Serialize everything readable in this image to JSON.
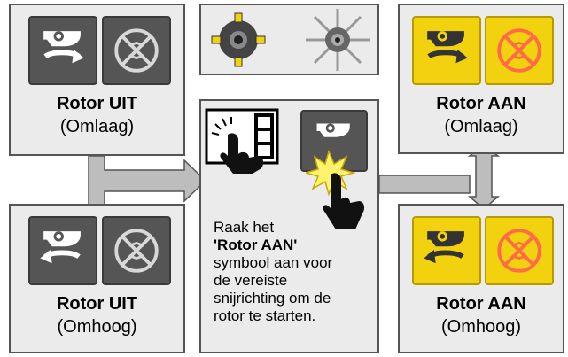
{
  "states": {
    "off_down": {
      "title": "Rotor UIT",
      "subtitle": "(Omlaag)"
    },
    "off_up": {
      "title": "Rotor UIT",
      "subtitle": "(Omhoog)"
    },
    "on_down": {
      "title": "Rotor AAN",
      "subtitle": "(Omlaag)"
    },
    "on_up": {
      "title": "Rotor AAN",
      "subtitle": "(Omhoog)"
    }
  },
  "instruction": {
    "line1": "Raak het",
    "emphasis": "'Rotor AAN'",
    "line3": "symbool aan voor",
    "line4": "de vereiste",
    "line5": "snijrichting om de",
    "line6": "rotor te starten."
  },
  "icons": [
    "rotor-rotate-icon",
    "rotor-disabled-icon",
    "rotor-stopped-icon",
    "rotor-spinning-icon",
    "touch-hand-icon",
    "touch-flash-icon"
  ],
  "colors": {
    "panel": "#ebebeb",
    "tile_off": "#555555",
    "tile_on": "#f2d20e",
    "cross_on": "#ff6b47",
    "arrow": "#bdbdbd"
  }
}
